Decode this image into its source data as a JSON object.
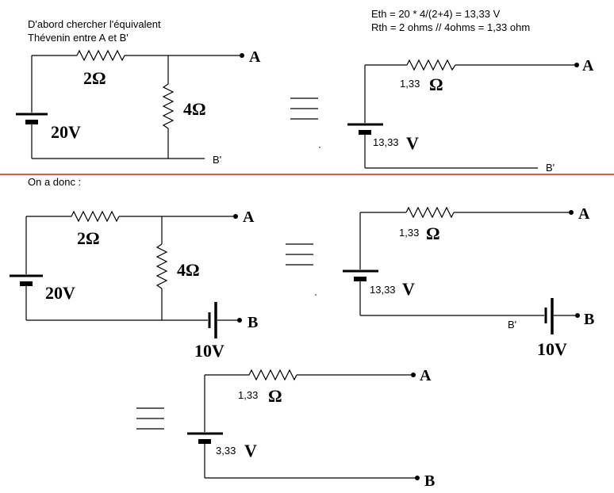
{
  "intro": {
    "line1": "D'abord chercher l'équivalent",
    "line2": "Thévenin entre A et B'"
  },
  "formulas": {
    "eth": "Eth = 20 * 4/(2+4) = 13,33 V",
    "rth": "Rth = 2 ohms // 4ohms = 1,33 ohm"
  },
  "section2_label": "On a donc :",
  "labels": {
    "node_a": "A",
    "node_b": "B",
    "node_bp": "B'",
    "r_2": "2Ω",
    "r_4": "4Ω",
    "v_20": "20V",
    "v_10": "10V",
    "r_133_num": "1,33",
    "ohm": "Ω",
    "v_1333_num": "13,33",
    "v_333_num": "3,33",
    "volt": "V",
    "equiv": "≡"
  },
  "colors": {
    "separator": "#d42020",
    "ink": "#000000"
  }
}
